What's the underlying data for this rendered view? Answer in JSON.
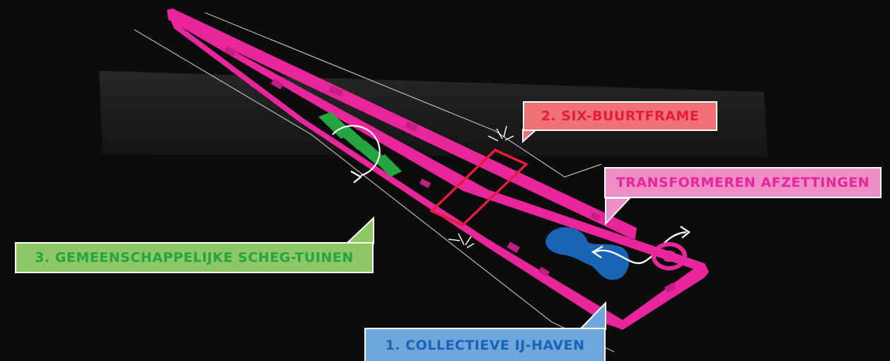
{
  "labels": {
    "six_buurtframe": "2. SIX-BUURTFRAME",
    "transformeren": "TRANSFORMEREN AFZETTINGEN",
    "scheg_tuinen": "3. GEMEENSCHAPPELIJKE SCHEG-TUINEN",
    "ij_haven": "1. COLLECTIEVE IJ-HAVEN"
  },
  "colors": {
    "background": "#0c0c0c",
    "wall_magenta": "#e8259b",
    "frame_red": "#e31d3b",
    "garden_green": "#24a53f",
    "pond_blue": "#1a63b5",
    "callout_red": "#f07275",
    "callout_pink": "#ec8fc6",
    "callout_green": "#8ec766",
    "callout_blue": "#6fa6dc"
  }
}
